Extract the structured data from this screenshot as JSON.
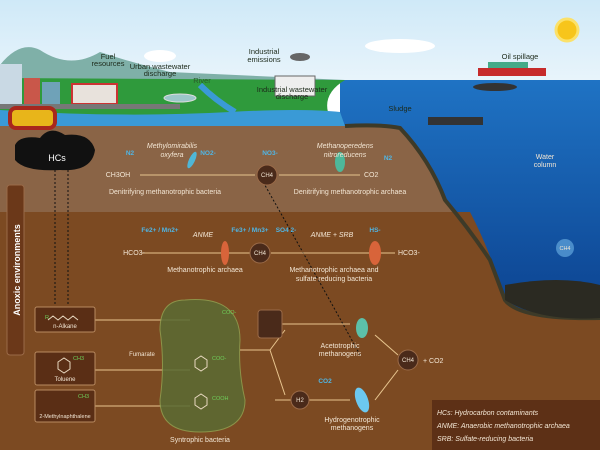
{
  "surface": {
    "fuel_resources": [
      "Fuel",
      "resources"
    ],
    "urban_wastewater": [
      "Urban wastewater",
      "discharge"
    ],
    "industrial_emissions": [
      "Industrial",
      "emissions"
    ],
    "river": "River",
    "industrial_wastewater": [
      "Industrial wastewater",
      "discharge"
    ],
    "oil_spillage": "Oil spillage",
    "sludge": "Sludge",
    "water_column": [
      "Water",
      "column"
    ],
    "ch4_bubble": "CH4"
  },
  "hcs": "HCs",
  "anoxic_label": "Anoxic environments",
  "denitrifying": {
    "bacteria_name": [
      "Methylomirabilis",
      "oxyfera"
    ],
    "archaea_name": [
      "Methanoperedens",
      "nitroreducens"
    ],
    "n2_left": "N2",
    "no2": "NO2-",
    "no3": "NO3-",
    "n2_right": "N2",
    "ch3oh": "CH3OH",
    "ch4": "CH4",
    "co2": "CO2",
    "bacteria_label": "Denitrifying methanotrophic bacteria",
    "archaea_label": "Denitrifying methanotrophic archaea"
  },
  "anme": {
    "fe_mn_2": "Fe2+ / Mn2+",
    "anme": "ANME",
    "fe_mn_3": "Fe3+ / Mn3+",
    "so4": "SO4 2-",
    "anme_srb": "ANME + SRB",
    "hs": "HS-",
    "hco3_left": "HCO3-",
    "ch4": "CH4",
    "hco3_right": "HCO3-",
    "archaea_label": "Methanotrophic archaea",
    "archaea_srb_label": [
      "Methanotrophic archaea and",
      "sulfate reducing bacteria"
    ]
  },
  "degradation": {
    "substrates": [
      "n-Alkane",
      "Toluene",
      "2-Methylnaphthalene"
    ],
    "r_group": "R",
    "ch3": "CH3",
    "fumarate": "Fumarate",
    "coo": "COO-",
    "cooh": "COOH",
    "syntrophic": "Syntrophic bacteria",
    "h2": "H2",
    "co2_in": "CO2",
    "acetotrophic": [
      "Acetotrophic",
      "methanogens"
    ],
    "hydrogenotrophic": [
      "Hydrogenotrophic",
      "methanogens"
    ],
    "ch4": "CH4",
    "plus_co2": "+ CO2"
  },
  "legend": [
    "HCs: Hydrocarbon contaminants",
    "ANME: Anaerobic methanotrophic archaea",
    "SRB: Sulfate-reducing bacteria"
  ]
}
